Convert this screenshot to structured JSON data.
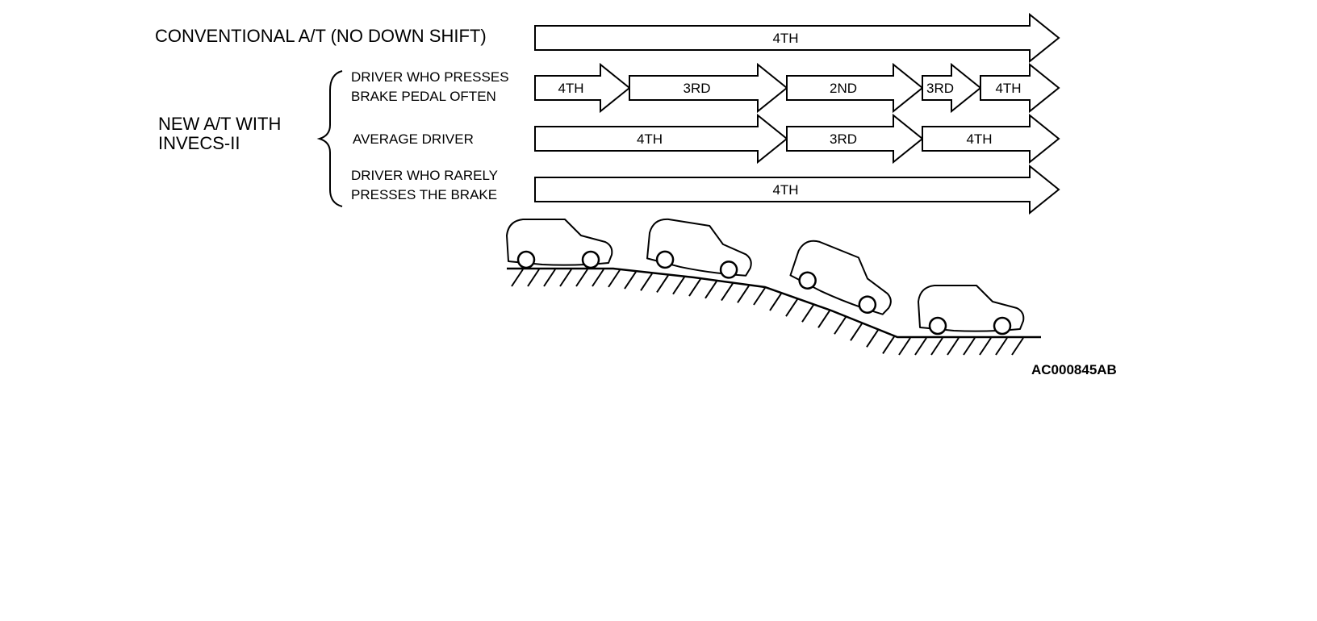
{
  "labels": {
    "conventional": "CONVENTIONAL A/T (NO DOWN SHIFT)",
    "new_at_line1": "NEW A/T WITH",
    "new_at_line2": "INVECS-II",
    "driver_often_line1": "DRIVER WHO PRESSES",
    "driver_often_line2": "BRAKE PEDAL OFTEN",
    "average_driver": "AVERAGE DRIVER",
    "driver_rarely_line1": "DRIVER WHO RARELY",
    "driver_rarely_line2": "PRESSES THE BRAKE",
    "figure_code": "AC000845AB"
  },
  "rows": [
    {
      "id": "conventional",
      "gears": [
        "4TH"
      ]
    },
    {
      "id": "brakes-often",
      "gears": [
        "4TH",
        "3RD",
        "2ND",
        "3RD",
        "4TH"
      ]
    },
    {
      "id": "average",
      "gears": [
        "4TH",
        "3RD",
        "4TH"
      ]
    },
    {
      "id": "brakes-rarely",
      "gears": [
        "4TH"
      ]
    }
  ],
  "colors": {
    "line": "#000000",
    "fill": "#ffffff"
  }
}
